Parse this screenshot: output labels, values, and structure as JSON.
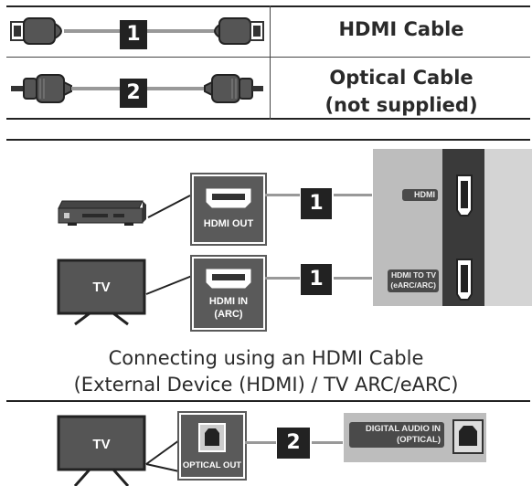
{
  "cables": [
    {
      "number": "1",
      "label": "HDMI Cable"
    },
    {
      "number": "2",
      "label_line1": "Optical Cable",
      "label_line2": "(not supplied)"
    }
  ],
  "hdmi_section": {
    "device_port": "HDMI OUT",
    "tv_port_line1": "HDMI IN",
    "tv_port_line2": "(ARC)",
    "cable_number": "1",
    "soundbar_port_hdmi": "HDMI",
    "soundbar_port_arc_line1": "HDMI TO TV",
    "soundbar_port_arc_line2": "(eARC/ARC)",
    "tv_label": "TV"
  },
  "caption": {
    "line1": "Connecting using an HDMI Cable",
    "line2": "(External Device (HDMI) / TV ARC/eARC)"
  },
  "optical_section": {
    "tv_label": "TV",
    "tv_port": "OPTICAL OUT",
    "cable_number": "2",
    "soundbar_port_line1": "DIGITAL AUDIO IN",
    "soundbar_port_line2": "(OPTICAL)"
  },
  "icons": [
    "hdmi-plug-icon",
    "optical-plug-icon",
    "hdmi-port-icon",
    "optical-port-icon",
    "bluray-player-icon",
    "tv-icon"
  ]
}
